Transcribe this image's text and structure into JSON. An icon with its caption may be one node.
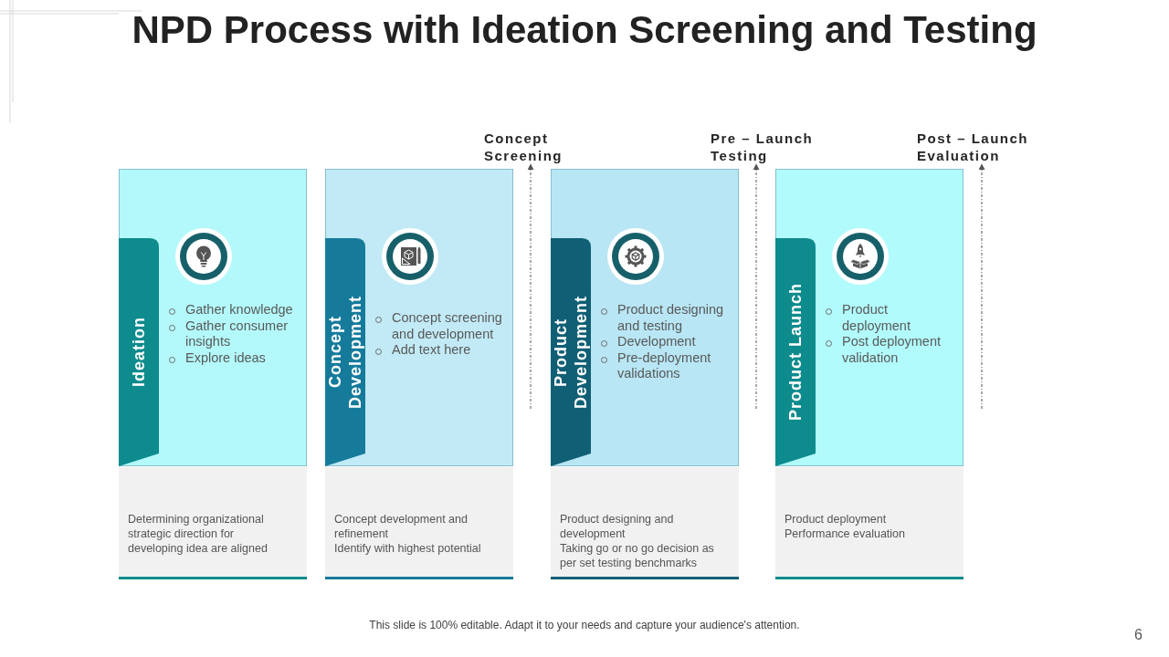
{
  "diagram": {
    "title": "NPD Process with Ideation Screening and Testing",
    "caption": "This slide is 100% editable. Adapt it to your needs and capture your audience's attention.",
    "nodes": [
      {
        "text": [
          "Concept Screening"
        ]
      },
      {
        "text": [
          "Pre – Launch Testing"
        ]
      },
      {
        "text": [
          "Post – Launch Evaluation"
        ]
      },
      {
        "text": [
          "Gather knowledge",
          "Gather consumer insights",
          "Explore ideas"
        ]
      },
      {
        "text": [
          "Ideation"
        ],
        "in": 3
      },
      {
        "text": [
          "Determining organizational strategic direction for developing idea are aligned"
        ]
      },
      {
        "text": [
          "Concept screening and development",
          "Add text here"
        ]
      },
      {
        "text": [
          "Concept Development"
        ],
        "in": 6
      },
      {
        "text": [
          "Concept development and refinement",
          "Identify with highest potential"
        ]
      },
      {
        "text": [
          "Product designing and testing",
          "Development",
          "Pre-deployment validations"
        ]
      },
      {
        "text": [
          "Product Development"
        ],
        "in": 9
      },
      {
        "text": [
          "Product designing and development",
          "Taking go or no go decision as per set testing benchmarks"
        ]
      },
      {
        "text": [
          "Product deployment",
          "Post deployment validation"
        ]
      },
      {
        "text": [
          "Product Launch"
        ],
        "in": 12
      },
      {
        "text": [
          "Product deployment",
          "Performance evaluation"
        ]
      }
    ],
    "edges": [
      {
        "from": null,
        "to": 0,
        "arrow": "to",
        "style": "dashed"
      },
      {
        "from": null,
        "to": 1,
        "arrow": "to",
        "style": "dashed"
      },
      {
        "from": null,
        "to": 2,
        "arrow": "to",
        "style": "dashed"
      }
    ],
    "labels": [
      "6"
    ]
  }
}
